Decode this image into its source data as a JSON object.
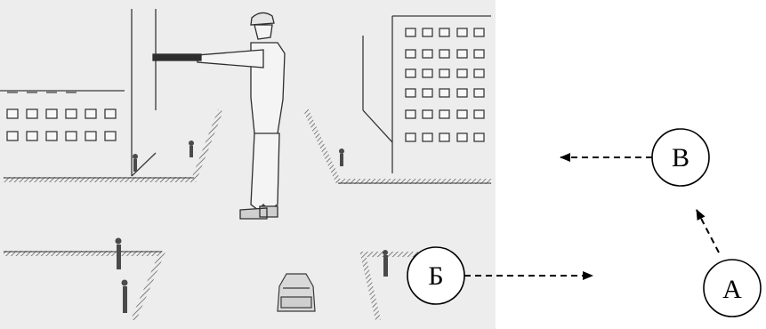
{
  "illustration": {
    "subject": "traffic-controller-intersection",
    "colors": {
      "paper": "#ededed",
      "ink": "#3a3a3a",
      "car": "#d9d9d9"
    }
  },
  "diagram": {
    "nodes": [
      {
        "id": "V",
        "label": "В"
      },
      {
        "id": "B",
        "label": "Б"
      },
      {
        "id": "A",
        "label": "А"
      }
    ],
    "edges": [
      {
        "from": "V",
        "style": "dashed",
        "direction": "left"
      },
      {
        "from": "B",
        "style": "dashed",
        "direction": "right"
      },
      {
        "from": "A",
        "style": "dashed",
        "direction": "up-left",
        "to": "V"
      }
    ],
    "colors": {
      "stroke": "#000000",
      "fill": "#ffffff"
    }
  }
}
